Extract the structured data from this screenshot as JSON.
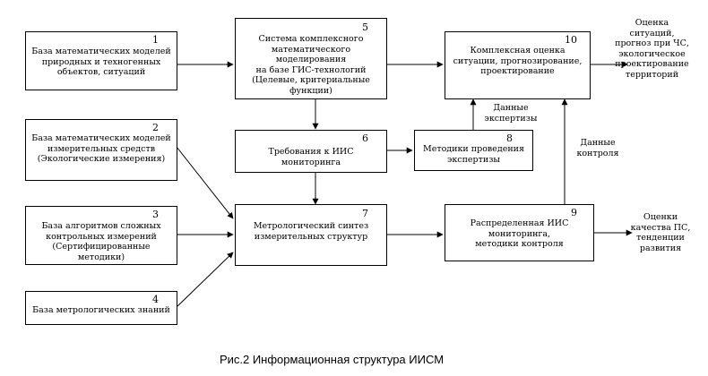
{
  "blocks": {
    "b1": {
      "num": "1",
      "text": "База математических моделей\nприродных и техногенных\nобъектов, ситуаций"
    },
    "b2": {
      "num": "2",
      "text": "База математических моделей\nизмерительных средств\n(Экологические измерения)"
    },
    "b3": {
      "num": "3",
      "text": "База алгоритмов сложных\nконтрольных измерений\n(Сертифицированные методики)"
    },
    "b4": {
      "num": "4",
      "text": "База метрологических знаний"
    },
    "b5": {
      "num": "5",
      "text": "Система комплексного\nматематического моделирования\nна базе ГИС-технологий\n(Целевые, критериальные\nфункции)"
    },
    "b6": {
      "num": "6",
      "text": "Требования к ИИС мониторинга"
    },
    "b7": {
      "num": "7",
      "text": "Метрологический синтез\nизмерительных структур"
    },
    "b8": {
      "num": "8",
      "text": "Методики проведения\nэкспертизы"
    },
    "b9": {
      "num": "9",
      "text": "Распределенная ИИС\nмониторинга,\nметодики контроля"
    },
    "b10": {
      "num": "10",
      "text": "Комплексная оценка\nситуации, прогнозирование,\nпроектирование"
    }
  },
  "labels": {
    "output_top": "Оценка\nситуаций,\nпрогноз при ЧС,\nэкологическое\nпроектирование\nтерриторий",
    "expert_data": "Данные\nэкспертизы",
    "control_data": "Данные\nконтроля",
    "output_bottom": "Оценки\nкачества ПС,\nтенденции\nразвития"
  },
  "caption": "Рис.2  Информационная структура ИИСМ"
}
